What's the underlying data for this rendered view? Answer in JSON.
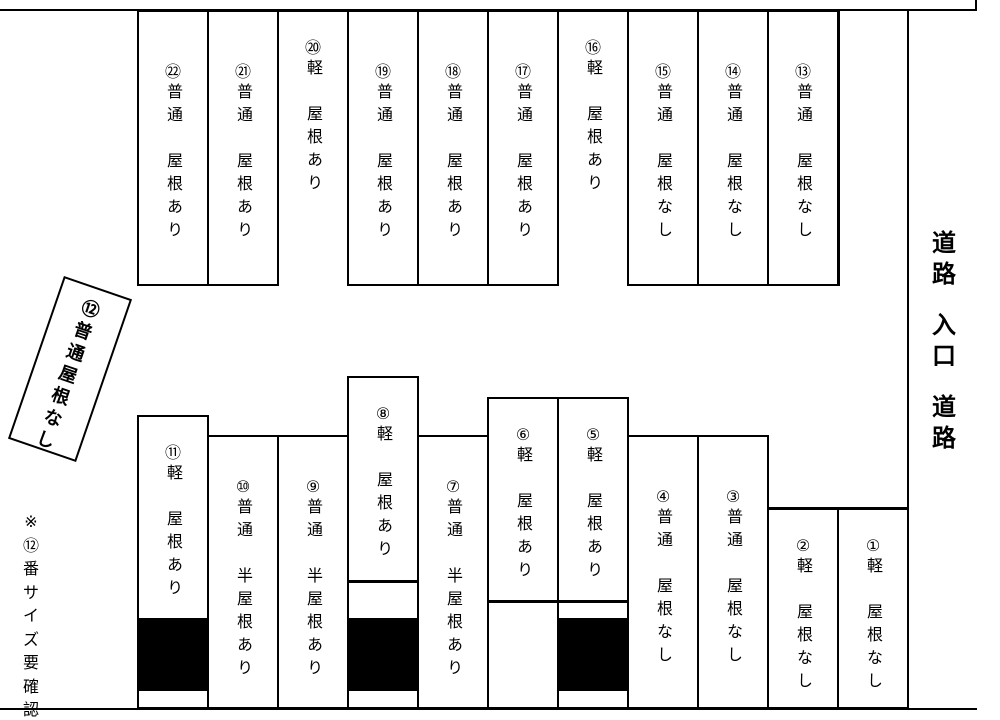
{
  "stalls": [
    {
      "num": "㉒",
      "type": "普通",
      "roof": "屋根あり"
    },
    {
      "num": "㉑",
      "type": "普通",
      "roof": "屋根あり"
    },
    {
      "num": "⑳",
      "type": "軽",
      "roof": "屋根あり"
    },
    {
      "num": "⑲",
      "type": "普通",
      "roof": "屋根あり"
    },
    {
      "num": "⑱",
      "type": "普通",
      "roof": "屋根あり"
    },
    {
      "num": "⑰",
      "type": "普通",
      "roof": "屋根あり"
    },
    {
      "num": "⑯",
      "type": "軽",
      "roof": "屋根あり"
    },
    {
      "num": "⑮",
      "type": "普通",
      "roof": "屋根なし"
    },
    {
      "num": "⑭",
      "type": "普通",
      "roof": "屋根なし"
    },
    {
      "num": "⑬",
      "type": "普通",
      "roof": "屋根なし"
    },
    {
      "num": "⑪",
      "type": "軽",
      "roof": "屋根あり"
    },
    {
      "num": "⑩",
      "type": "普通",
      "roof": "半屋根あり"
    },
    {
      "num": "⑨",
      "type": "普通",
      "roof": "半屋根あり"
    },
    {
      "num": "⑧",
      "type": "軽",
      "roof": "屋根あり"
    },
    {
      "num": "⑦",
      "type": "普通",
      "roof": "半屋根あり"
    },
    {
      "num": "⑥",
      "type": "軽",
      "roof": "屋根あり"
    },
    {
      "num": "⑤",
      "type": "軽",
      "roof": "屋根あり"
    },
    {
      "num": "④",
      "type": "普通",
      "roof": "屋根なし"
    },
    {
      "num": "③",
      "type": "普通",
      "roof": "屋根なし"
    },
    {
      "num": "②",
      "type": "軽",
      "roof": "屋根なし"
    },
    {
      "num": "①",
      "type": "軽",
      "roof": "屋根なし"
    }
  ],
  "stall12": {
    "num": "⑫",
    "label": "普通屋根なし"
  },
  "road": {
    "top": "道路",
    "middle": "入口",
    "bottom": "道路"
  },
  "note": "※⑫番サイズ要確認"
}
